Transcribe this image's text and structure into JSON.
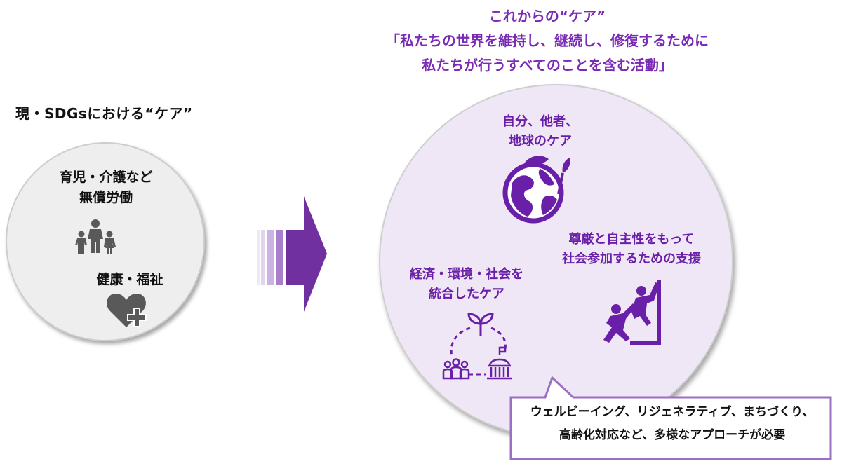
{
  "left": {
    "title": "現・SDGsにおける“ケア”",
    "item1_line1": "育児・介護など",
    "item1_line2": "無償労働",
    "item2": "健康・福祉"
  },
  "right": {
    "title_line1": "これからの“ケア”",
    "title_line2": "「私たちの世界を維持し、継続し、修復するために",
    "title_line3": "私たちが行うすべてのことを含む活動」",
    "care1_line1": "自分、他者、",
    "care1_line2": "地球のケア",
    "care2_line1": "尊厳と自主性をもって",
    "care2_line2": "社会参加するための支援",
    "care3_line1": "経済・環境・社会を",
    "care3_line2": "統合したケア"
  },
  "callout": {
    "line1": "ウェルビーイング、リジェネラティブ、まちづくり、",
    "line2": "高齢化対応など、多様なアプローチが必要"
  },
  "colors": {
    "accent_purple": "#6a1fa8",
    "light_purple": "#efe7f6",
    "arrow_purple": "#7030a0",
    "gray_circle": "#eeeeee",
    "icon_gray": "#595959"
  },
  "icons": [
    "family-icon",
    "heart-health-icon",
    "earth-leaf-icon",
    "climbing-help-icon",
    "plant-icon",
    "people-group-icon",
    "government-building-icon",
    "transition-arrow-icon"
  ]
}
